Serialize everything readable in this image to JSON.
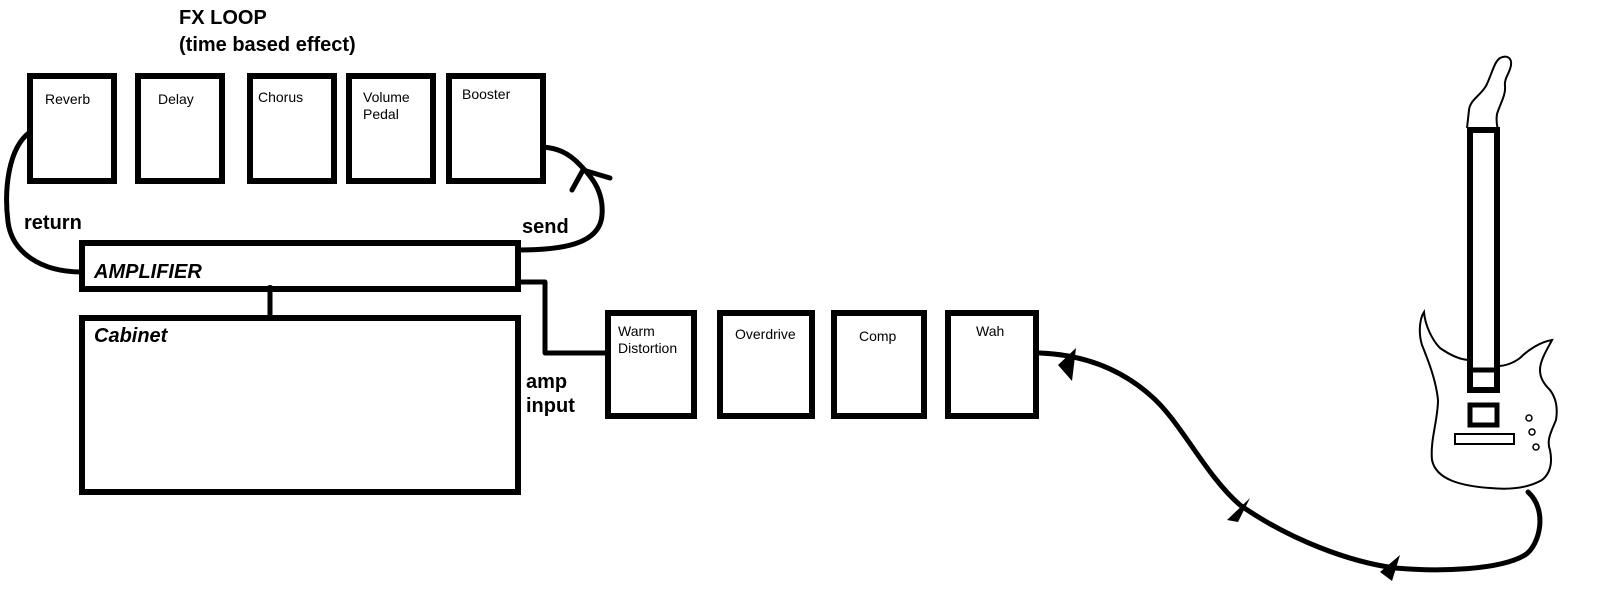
{
  "fx_loop": {
    "title_line1": "FX LOOP",
    "title_line2": "(time based effect)",
    "pedals": [
      {
        "line1": "Reverb",
        "line2": ""
      },
      {
        "line1": "Delay",
        "line2": ""
      },
      {
        "line1": "Chorus",
        "line2": ""
      },
      {
        "line1": "Volume",
        "line2": "Pedal"
      },
      {
        "line1": "Booster",
        "line2": ""
      }
    ]
  },
  "amp": {
    "label": "AMPLIFIER",
    "cabinet_label": "Cabinet",
    "return_label": "return",
    "send_label": "send",
    "input_line1": "amp",
    "input_line2": "input"
  },
  "front_chain": {
    "pedals": [
      {
        "line1": "Warm",
        "line2": "Distortion"
      },
      {
        "line1": "Overdrive",
        "line2": ""
      },
      {
        "line1": "Comp",
        "line2": ""
      },
      {
        "line1": "Wah",
        "line2": ""
      }
    ]
  },
  "guitar": {
    "icon": "electric-guitar-icon"
  }
}
